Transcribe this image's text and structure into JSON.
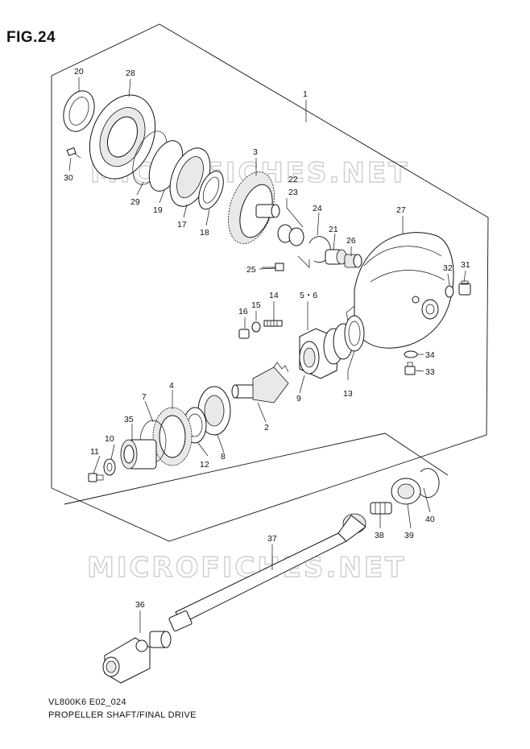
{
  "figure_title": "FIG.24",
  "model_code": "VL800K6 E02_024",
  "caption": "PROPELLER SHAFT/FINAL DRIVE",
  "watermark": "MICROFICHES.NET",
  "callouts": {
    "c1": "1",
    "c2": "2",
    "c3": "3",
    "c4": "4",
    "c56": "5・6",
    "c7": "7",
    "c8": "8",
    "c9": "9",
    "c10": "10",
    "c11": "11",
    "c12": "12",
    "c13": "13",
    "c14": "14",
    "c15": "15",
    "c16": "16",
    "c17": "17",
    "c18": "18",
    "c19": "19",
    "c20": "20",
    "c21": "21",
    "c22": "22",
    "c23": "23",
    "c24": "24",
    "c25": "25",
    "c26": "26",
    "c27": "27",
    "c28": "28",
    "c29": "29",
    "c30": "30",
    "c31": "31",
    "c32": "32",
    "c33": "33",
    "c34": "34",
    "c35": "35",
    "c36": "36",
    "c37": "37",
    "c38": "38",
    "c39": "39",
    "c40": "40"
  }
}
